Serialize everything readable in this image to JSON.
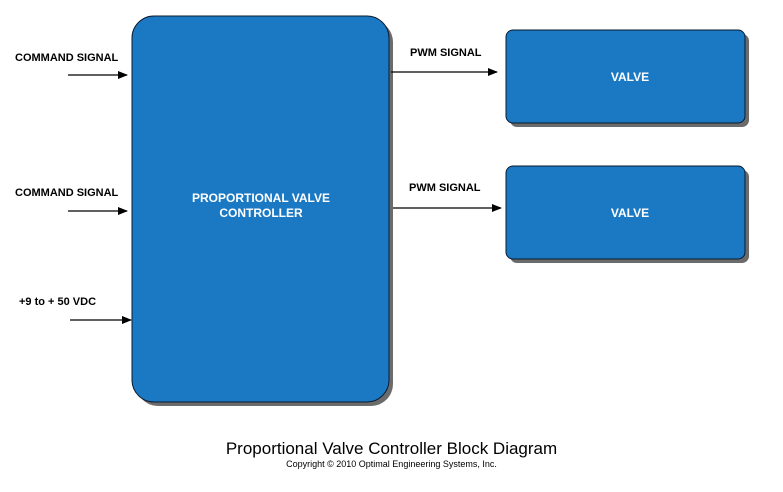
{
  "inputs": {
    "command_1": "COMMAND SIGNAL",
    "command_2": "COMMAND SIGNAL",
    "power": "+9 to + 50 VDC"
  },
  "controller": {
    "line1": "PROPORTIONAL VALVE",
    "line2": "CONTROLLER"
  },
  "outputs": {
    "pwm_1": "PWM SIGNAL",
    "pwm_2": "PWM SIGNAL"
  },
  "valves": {
    "valve_1": "VALVE",
    "valve_2": "VALVE"
  },
  "caption": {
    "title": "Proportional Valve Controller Block Diagram",
    "copyright": "Copyright © 2010 Optimal Engineering Systems, Inc."
  },
  "colors": {
    "box_fill": "#1b79c4",
    "box_stroke": "#0a1a2e",
    "shadow": "#6b6b6b",
    "text_on_box": "#ffffff",
    "line": "#000000"
  }
}
